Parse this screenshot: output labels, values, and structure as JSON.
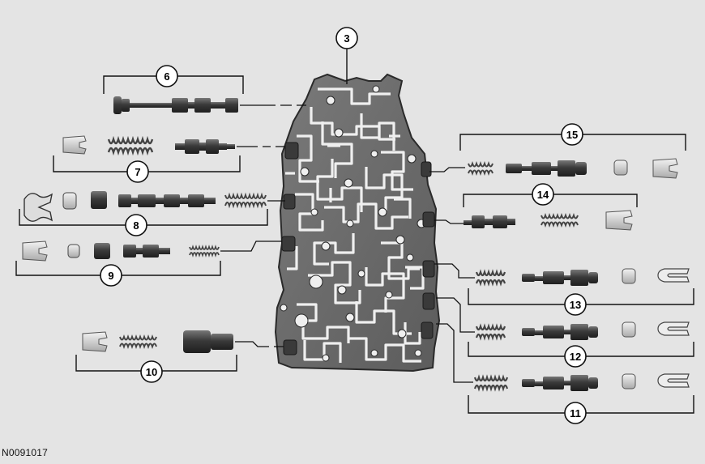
{
  "figure_code": "N0091017",
  "callouts": [
    {
      "id": "3",
      "label": "3"
    },
    {
      "id": "6",
      "label": "6"
    },
    {
      "id": "7",
      "label": "7"
    },
    {
      "id": "8",
      "label": "8"
    },
    {
      "id": "9",
      "label": "9"
    },
    {
      "id": "10",
      "label": "10"
    },
    {
      "id": "11",
      "label": "11"
    },
    {
      "id": "12",
      "label": "12"
    },
    {
      "id": "13",
      "label": "13"
    },
    {
      "id": "14",
      "label": "14"
    },
    {
      "id": "15",
      "label": "15"
    }
  ],
  "colors": {
    "background": "#e4e4e4",
    "body_casting": "#6e6e6e",
    "channel": "#f2f2f2",
    "part_dark": "#2b2b2b",
    "spring": "#555555",
    "line": "#111111"
  }
}
